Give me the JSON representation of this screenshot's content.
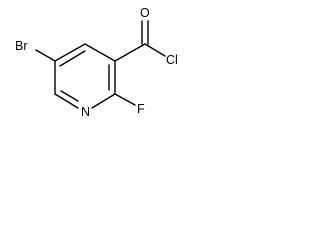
{
  "molecule": {
    "atoms": {
      "bromine": "Br",
      "fluorine": "F",
      "nitrogen": "N",
      "oxygen": "O",
      "chlorine": "Cl"
    }
  }
}
